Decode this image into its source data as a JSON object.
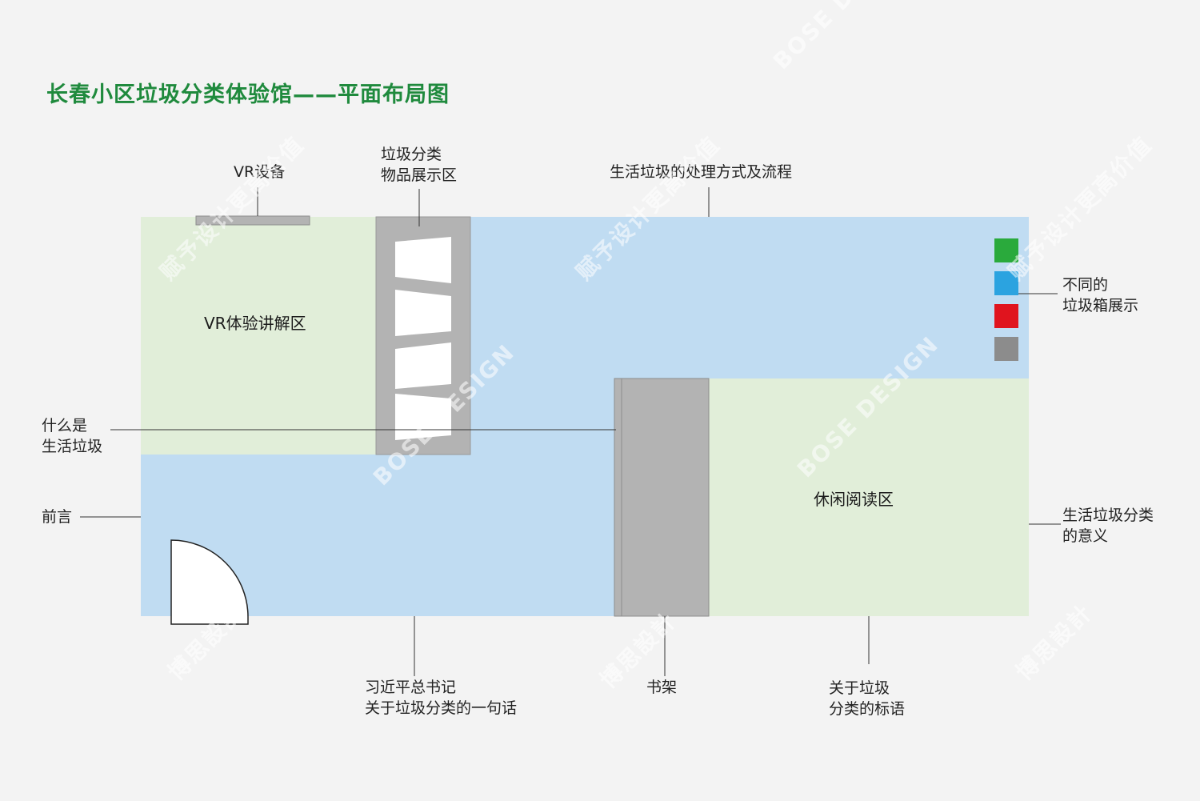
{
  "title": "长春小区垃圾分类体验馆——平面布局图",
  "zones": {
    "vr_zone": "VR体验讲解区",
    "reading_zone": "休闲阅读区"
  },
  "annotations": {
    "vr_device": "VR设备",
    "display_area": {
      "line1": "垃圾分类",
      "line2": "物品展示区"
    },
    "process": "生活垃圾的处理方式及流程",
    "bins": {
      "line1": "不同的",
      "line2": "垃圾箱展示"
    },
    "what_is": {
      "line1": "什么是",
      "line2": "生活垃圾"
    },
    "preface": "前言",
    "meaning": {
      "line1": "生活垃圾分类",
      "line2": "的意义"
    },
    "quote": {
      "line1": "习近平总书记",
      "line2": "关于垃圾分类的一句话"
    },
    "bookshelf": "书架",
    "slogan": {
      "line1": "关于垃圾",
      "line2": "分类的标语"
    }
  },
  "bin_colors": [
    "#2aaa3c",
    "#2ba3e0",
    "#e0141e",
    "#8c8c8c"
  ],
  "colors": {
    "blue_zone": "#c0dcf2",
    "green_zone": "#e1eed9",
    "gray_fixture": "#b3b3b3",
    "title_green": "#1f8a3d"
  },
  "watermarks": [
    "赋予设计更高价值",
    "BOSE DESIGN",
    "博思設計"
  ]
}
